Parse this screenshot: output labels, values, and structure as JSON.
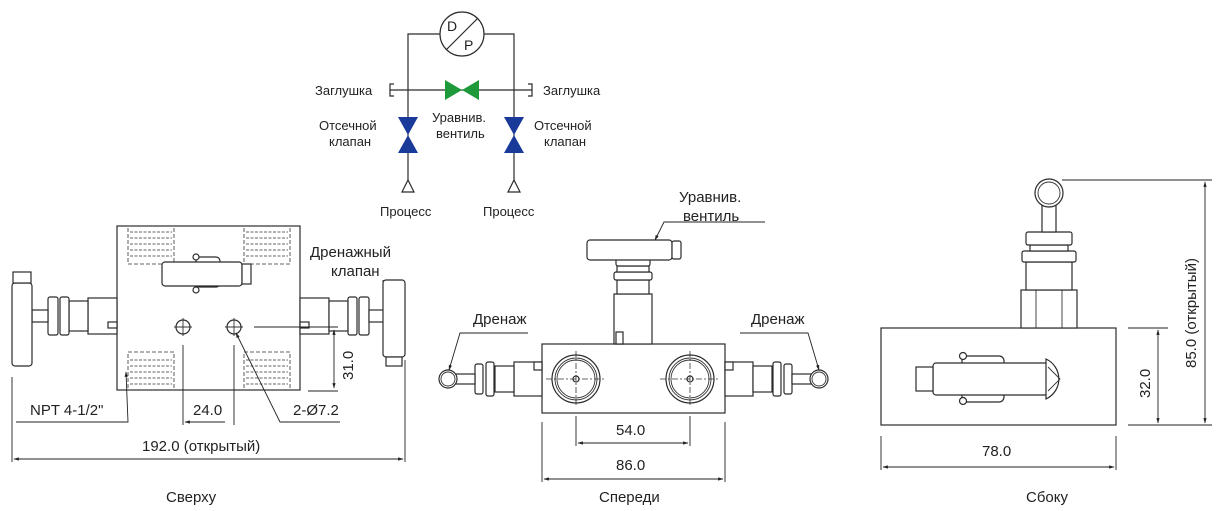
{
  "schematic": {
    "gauge_top": "D",
    "gauge_bottom": "P",
    "plug_left": "Заглушка",
    "plug_right": "Заглушка",
    "block_valve_left": [
      "Отсечной",
      "клапан"
    ],
    "block_valve_right": [
      "Отсечной",
      "клапан"
    ],
    "equalizing_valve": [
      "Уравнив.",
      "вентиль"
    ],
    "process_left": "Процесс",
    "process_right": "Процесс",
    "colors": {
      "equalizing_valve": "#1f9a3a",
      "block_valve": "#1a3a9a"
    }
  },
  "top_view": {
    "title": "Сверху",
    "drain_valve_label": [
      "Дренажный",
      "клапан"
    ],
    "thread_label": "NPT 4-1/2\"",
    "dim_hole_spacing": "24.0",
    "dim_holes": "2-Ø7.2",
    "dim_height": "31.0",
    "dim_total_width": "192.0 (открытый)"
  },
  "front_view": {
    "title": "Спереди",
    "equalizing_valve_label": [
      "Уравнив.",
      "вентиль"
    ],
    "drain_left": "Дренаж",
    "drain_right": "Дренаж",
    "dim_port_spacing": "54.0",
    "dim_body_width": "86.0"
  },
  "side_view": {
    "title": "Сбоку",
    "dim_width": "78.0",
    "dim_body_height": "32.0",
    "dim_total_height": "85.0 (открытый)"
  }
}
